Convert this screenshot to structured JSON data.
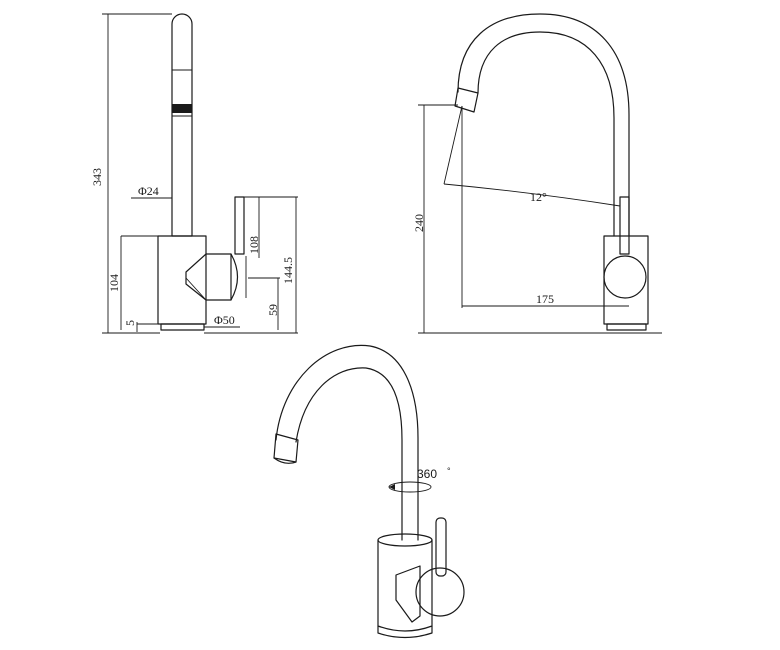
{
  "side_view": {
    "dim_total_height": "343",
    "dim_spout_diameter": "Φ24",
    "dim_lever_height": "108",
    "dim_body_height": "104",
    "dim_handle_height": "144.5",
    "dim_base_height": "5",
    "dim_lever_center": "59",
    "dim_base_diameter": "Φ50"
  },
  "front_view": {
    "dim_spout_height": "240",
    "dim_tilt_angle": "12°",
    "dim_reach": "175"
  },
  "iso_view": {
    "dim_rotation": "360",
    "dim_rotation_unit": "°"
  }
}
